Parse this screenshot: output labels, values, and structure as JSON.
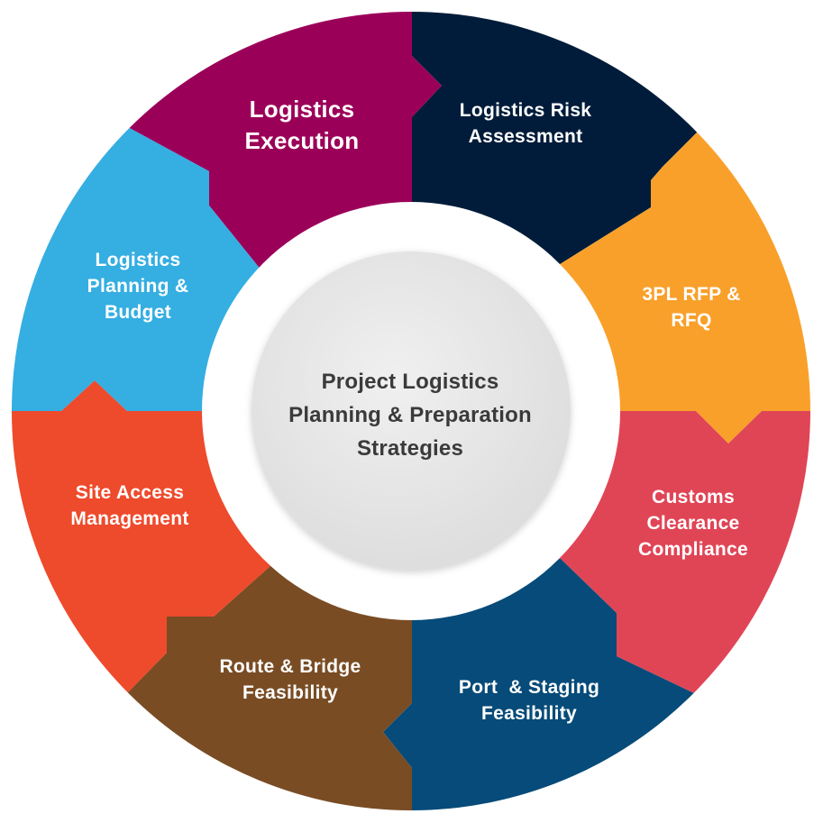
{
  "center": {
    "lines": [
      "Project Logistics",
      "Planning & Preparation",
      "Strategies"
    ],
    "fill": "#e6e6e6",
    "ring_fill": "#ffffff",
    "text_color": "#3a3a3a"
  },
  "segments": [
    {
      "id": "logistics-execution",
      "lines": [
        "Logistics",
        "Execution"
      ],
      "color": "#9b0059"
    },
    {
      "id": "logistics-risk-assessment",
      "lines": [
        "Logistics Risk",
        "Assessment"
      ],
      "color": "#011c3a"
    },
    {
      "id": "3pl-rfp-rfq",
      "lines": [
        "3PL RFP &",
        "RFQ"
      ],
      "color": "#f9a02b"
    },
    {
      "id": "customs-clearance-compliance",
      "lines": [
        "Customs",
        "Clearance",
        "Compliance"
      ],
      "color": "#e04556"
    },
    {
      "id": "port-staging-feasibility",
      "lines": [
        "Port  & Staging",
        "Feasibility"
      ],
      "color": "#064b79"
    },
    {
      "id": "route-bridge-feasibility",
      "lines": [
        "Route & Bridge",
        "Feasibility"
      ],
      "color": "#794c24"
    },
    {
      "id": "site-access-management",
      "lines": [
        "Site Access",
        "Management"
      ],
      "color": "#ee4a2c"
    },
    {
      "id": "logistics-planning-budget",
      "lines": [
        "Logistics",
        "Planning &",
        "Budget"
      ],
      "color": "#35aee2"
    }
  ]
}
